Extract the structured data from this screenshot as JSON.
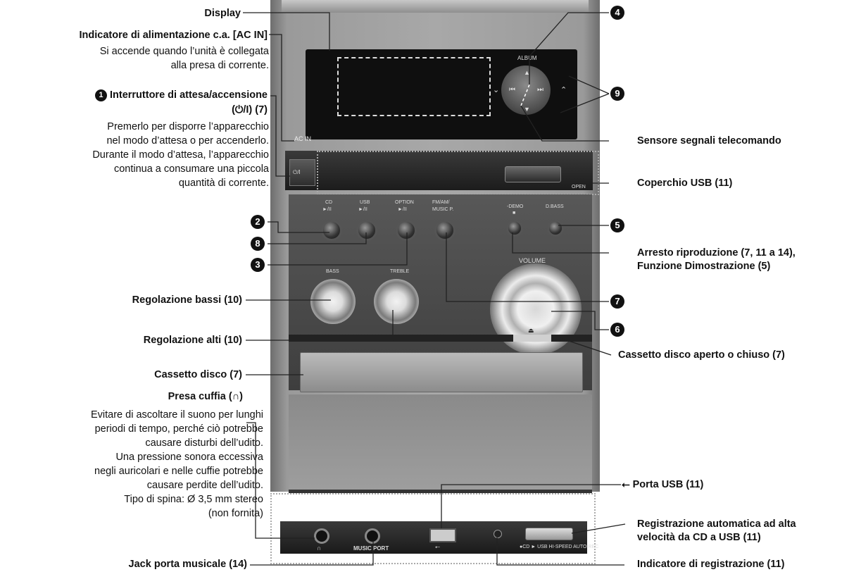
{
  "labels": {
    "display": "Display",
    "ac_in_title": "Indicatore di alimentazione c.a. [AC IN]",
    "ac_in_desc1": "Si accende quando l’unità è collegata",
    "ac_in_desc2": "alla presa di corrente.",
    "standby_title": "Interruttore di attesa/accensione",
    "standby_title2": "(⏻/I) (7)",
    "standby_desc1": "Premerlo per disporre l’apparecchio",
    "standby_desc2": "nel modo d’attesa o per accenderlo.",
    "standby_desc3": "Durante il modo d’attesa, l’apparecchio",
    "standby_desc4": "continua a consumare una piccola",
    "standby_desc5": "quantità di corrente.",
    "remote_sensor": "Sensore segnali telecomando",
    "usb_cover": "Coperchio USB (11)",
    "stop": "Arresto riproduzione (7, 11 a 14),",
    "demo": "Funzione Dimostrazione (5)",
    "bass": "Regolazione bassi (10)",
    "treble": "Regolazione alti (10)",
    "tray_open_close": "Cassetto disco aperto o chiuso (7)",
    "tray": "Cassetto disco (7)",
    "headphone_title": "Presa cuffia (∩)",
    "headphone_desc1": "Evitare di ascoltare il suono per lunghi",
    "headphone_desc2": "periodi di tempo, perché ciò potrebbe",
    "headphone_desc3": "causare disturbi dell’udito.",
    "headphone_desc4": "Una pressione sonora eccessiva",
    "headphone_desc5": "negli auricolari e nelle cuffie potrebbe",
    "headphone_desc6": "causare perdite dell’udito.",
    "headphone_desc7": "Tipo di spina: Ø 3,5 mm stereo",
    "headphone_desc8": "(non fornita)",
    "usb_port": "Porta USB (11)",
    "auto_rec1": "Registrazione automatica ad alta",
    "auto_rec2": "velocità da CD a USB (11)",
    "music_port_jack": "Jack porta musicale (14)",
    "rec_indicator": "Indicatore di registrazione (11)"
  },
  "callouts": {
    "n1": "1",
    "n2": "2",
    "n3": "3",
    "n4": "4",
    "n5": "5",
    "n6": "6",
    "n7": "7",
    "n8": "8",
    "n9": "9"
  },
  "device": {
    "album": "ALBUM",
    "ac_in": "AC IN",
    "power_sym": "⏻/I",
    "open": "OPEN",
    "cd": "CD",
    "usb": "USB",
    "option": "OPTION",
    "fm_am": "FM/AM/",
    "music_p": "MUSIC P.",
    "play_pause": "►/II",
    "demo_key": "-DEMO",
    "dbass": "D.BASS",
    "volume": "VOLUME",
    "bass_knob": "BASS",
    "treble_knob": "TREBLE",
    "eject": "⏏",
    "music_port": "MUSIC PORT",
    "rec_strip": "●CD ► USB  HI-SPEED AUTO REC"
  }
}
